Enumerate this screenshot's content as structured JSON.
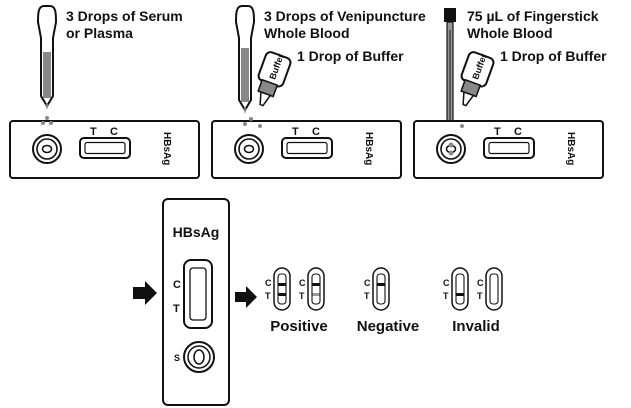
{
  "steps": [
    {
      "instruction_line1": "3 Drops of Serum",
      "instruction_line2": "or Plasma",
      "buffer_instruction": "",
      "cassette": {
        "t_label": "T",
        "c_label": "C",
        "brand": "HBsAg"
      }
    },
    {
      "instruction_line1": "3 Drops of Venipuncture",
      "instruction_line2": "Whole Blood",
      "buffer_instruction": "1 Drop of Buffer",
      "bottle_label": "Buffer",
      "cassette": {
        "t_label": "T",
        "c_label": "C",
        "brand": "HBsAg"
      }
    },
    {
      "instruction_line1": "75 µL of Fingerstick",
      "instruction_line2": "Whole Blood",
      "buffer_instruction": "1 Drop of Buffer",
      "bottle_label": "Buffer",
      "cassette": {
        "t_label": "T",
        "c_label": "C",
        "brand": "HBsAg"
      }
    }
  ],
  "reading_cassette": {
    "brand": "HBsAg",
    "c_label": "C",
    "t_label": "T",
    "sample_label": "S"
  },
  "results": {
    "line_c": "C",
    "line_t": "T",
    "positive": "Positive",
    "negative": "Negative",
    "invalid": "Invalid"
  },
  "colors": {
    "ink": "#111111",
    "sample": "#888888",
    "background": "#ffffff"
  }
}
